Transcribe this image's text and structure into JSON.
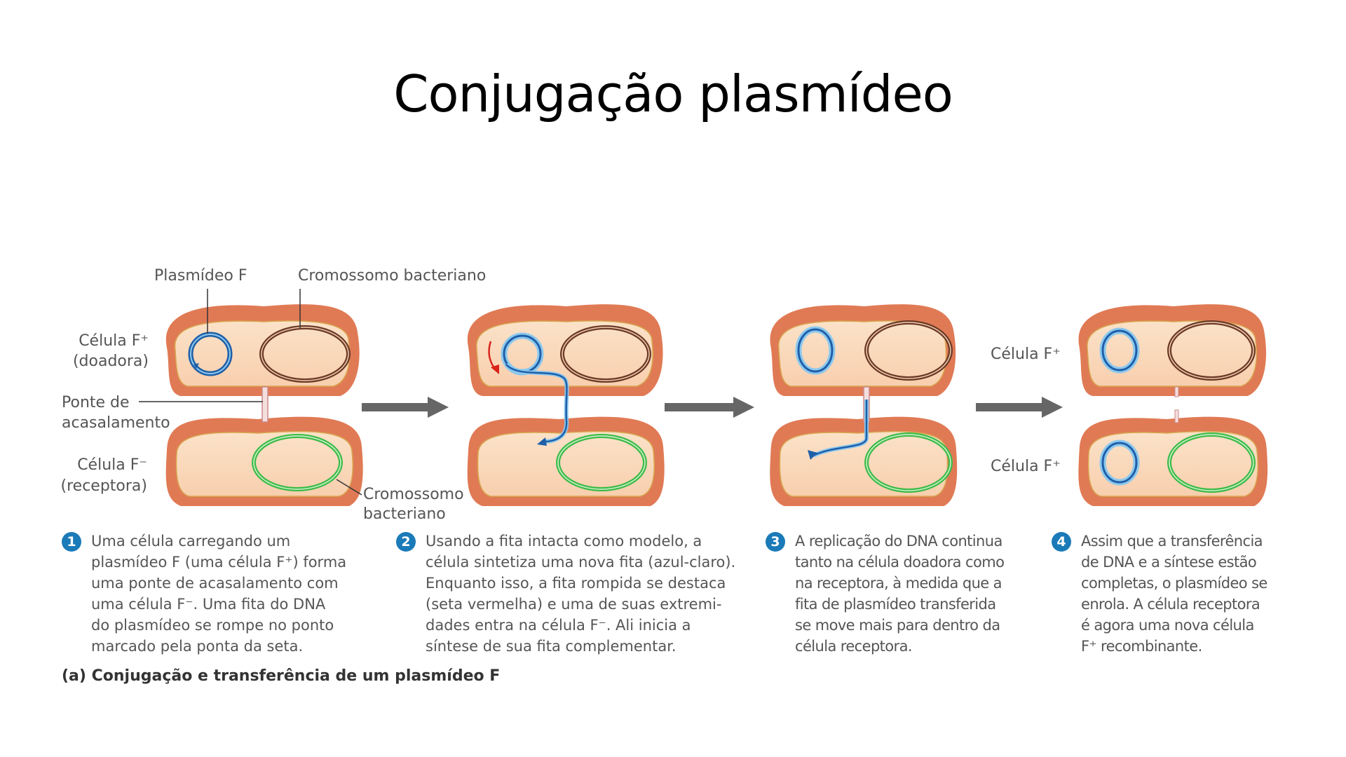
{
  "slide": {
    "title": "Conjugação plasmídeo"
  },
  "diagram": {
    "labels": {
      "plasmid_f": "Plasmídeo F",
      "bacterial_chromosome_top": "Cromossomo bacteriano",
      "donor_cell_line1": "Célula F⁺",
      "donor_cell_line2": "(doadora)",
      "mating_bridge_line1": "Ponte de",
      "mating_bridge_line2": "acasalamento",
      "recipient_cell_line1": "Célula F⁻",
      "recipient_cell_line2": "(receptora)",
      "bacterial_chromosome_bottom_line1": "Cromossomo",
      "bacterial_chromosome_bottom_line2": "bacteriano",
      "result_top_cell": "Célula F⁺",
      "result_bottom_cell": "Célula F⁺"
    },
    "colors": {
      "cell_wall": "#e07a55",
      "cytoplasm": "#fbd8b8",
      "plasmid_dark": "#1f5fa8",
      "plasmid_light": "#8cc8ee",
      "chromosome_donor": "#6b3a26",
      "chromosome_recipient": "#3dbb4a",
      "break_arrow": "#d9241c",
      "step_arrow": "#666666",
      "step_number_badge": "#1b7ab8"
    },
    "steps": [
      {
        "number": "1",
        "text": "Uma célula carregando um\nplasmídeo F (uma célula F⁺) forma\numa ponte de acasalamento com\numa célula F⁻. Uma fita do DNA\ndo plasmídeo se rompe no ponto\nmarcado pela ponta da seta."
      },
      {
        "number": "2",
        "text": "Usando a fita intacta como modelo, a\ncélula sintetiza uma nova fita (azul-claro).\nEnquanto isso, a fita rompida se destaca\n(seta vermelha) e uma de suas extremi-\ndades entra na célula F⁻. Ali inicia a\nsíntese de sua fita complementar."
      },
      {
        "number": "3",
        "text": "A replicação do DNA continua\ntanto na célula doadora como\nna receptora, à medida que a\nfita de plasmídeo transferida\nse move mais para dentro da\ncélula receptora."
      },
      {
        "number": "4",
        "text": "Assim que a transferência\nde DNA e a síntese estão\ncompletas, o plasmídeo se\nenrola. A célula receptora\né agora uma nova célula\nF⁺ recombinante."
      }
    ],
    "figure_caption": "(a) Conjugação e transferência de um plasmídeo F"
  }
}
